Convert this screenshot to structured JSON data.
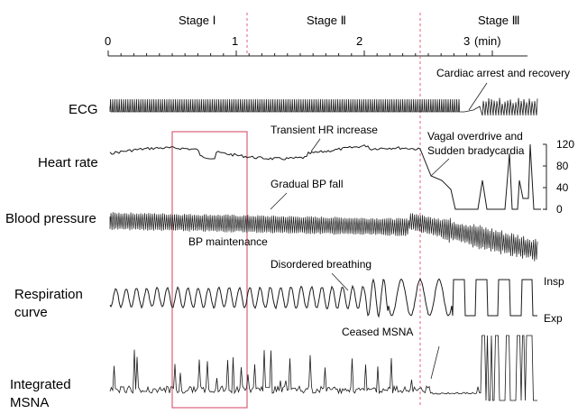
{
  "stages": [
    "Stage Ⅰ",
    "Stage Ⅱ",
    "Stage Ⅲ"
  ],
  "time_axis": {
    "ticks": [
      "0",
      "1",
      "2",
      "3"
    ],
    "unit": "(min)"
  },
  "rows": [
    "ECG",
    "Heart rate",
    "Blood pressure",
    "Respiration",
    "curve",
    "Integrated",
    "MSNA"
  ],
  "annotations": {
    "cardiac": "Cardiac arrest and recovery",
    "hr_increase": "Transient HR increase",
    "vagal": "Vagal overdrive and",
    "brady": "Sudden bradycardia",
    "bp_fall": "Gradual BP fall",
    "bp_maint": "BP maintenance",
    "breathing": "Disordered breathing",
    "ceased": "Ceased MSNA"
  },
  "hr_scale": [
    "120",
    "80",
    "40",
    "0"
  ],
  "resp_scale": {
    "top": "Insp",
    "bottom": "Exp"
  },
  "colors": {
    "trace": "#1a1a1a",
    "stage_divider": "#e0607a",
    "highlight_box": "#d9607a"
  }
}
